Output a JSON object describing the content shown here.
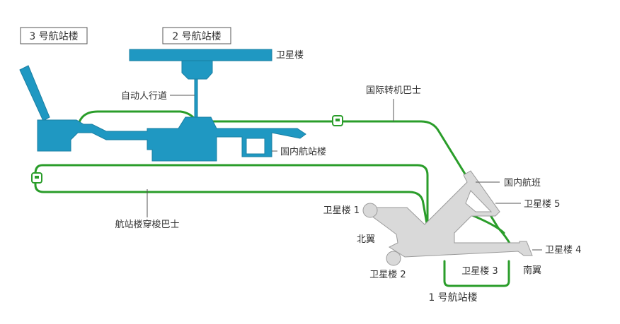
{
  "colors": {
    "terminal_blue": "#1f98c2",
    "terminal_stroke": "#1a7fa3",
    "satellite_gray": "#d9d9d9",
    "satellite_stroke": "#9a9a9a",
    "route_green": "#2a9d2a",
    "text": "#333333",
    "leader": "#555555"
  },
  "terminals": {
    "t3": "3 号航站楼",
    "t2": "2 号航站楼",
    "t1": "1 号航站楼"
  },
  "labels": {
    "t2_satellite": "卫星楼",
    "people_mover": "自动人行道",
    "international_bus": "国际转机巴士",
    "domestic_terminal": "国内航站楼",
    "inter_terminal_bus": "航站楼穿梭巴士",
    "domestic_flights": "国内航班",
    "satellite_5": "卫星楼 5",
    "satellite_1": "卫星楼 1",
    "north_wing": "北翼",
    "satellite_4": "卫星楼 4",
    "satellite_2": "卫星楼 2",
    "satellite_3": "卫星楼 3",
    "south_wing": "南翼"
  },
  "icons": {
    "bus_stop": "bus-icon"
  }
}
